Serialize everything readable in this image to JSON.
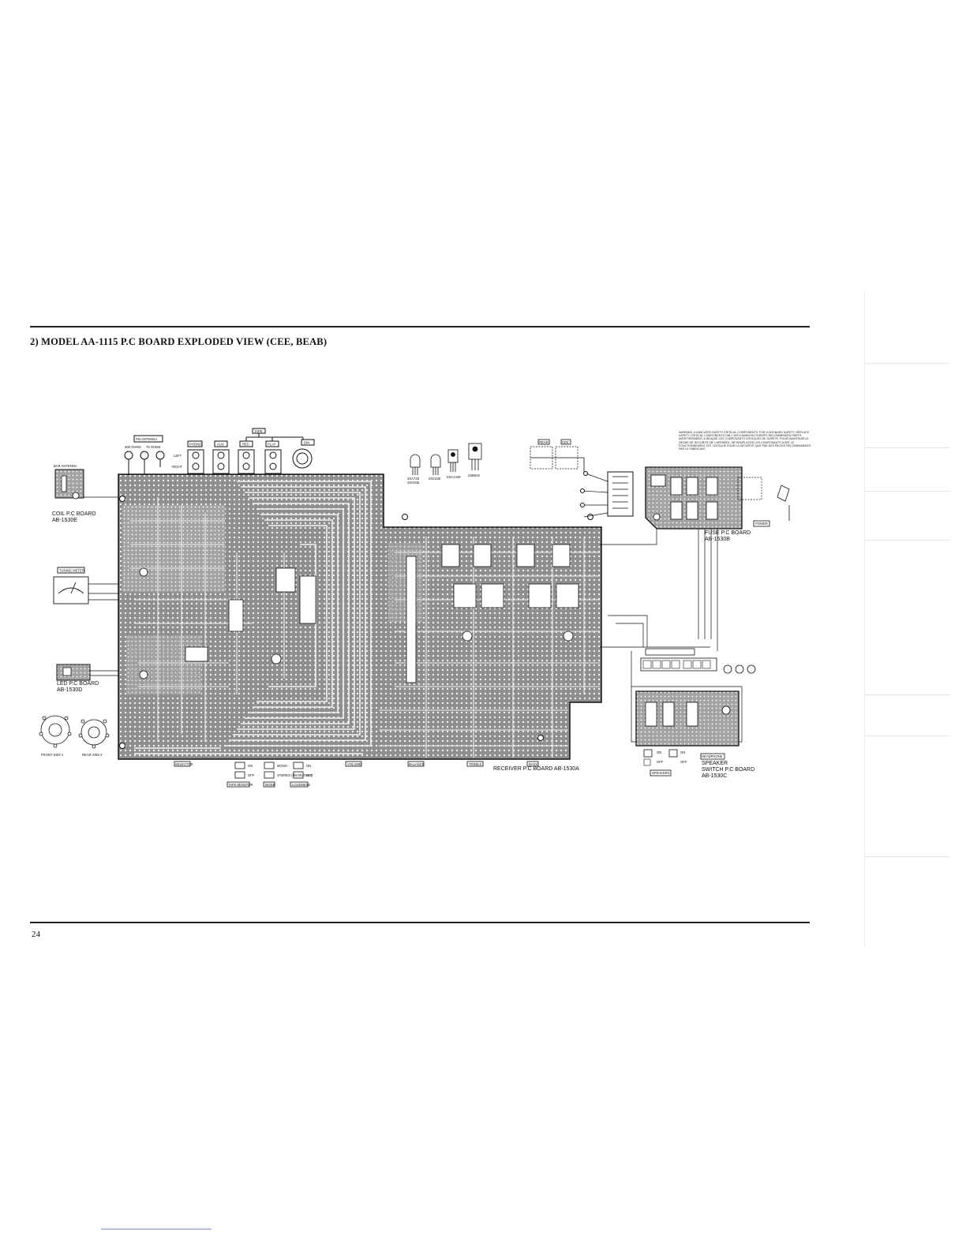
{
  "page": {
    "title": "2) MODEL AA-1115 P.C BOARD EXPLODED VIEW (CEE, BEAB)",
    "page_number": "24"
  },
  "boards": {
    "coil": {
      "line1": "COIL P.C BOARD",
      "line2": "AB-1530E"
    },
    "led": {
      "line1": "LED P.C BOARD",
      "line2": "AB-1530D"
    },
    "receiver": {
      "line1": "RECEIVER P.C BOARD AB-1530A"
    },
    "fuse": {
      "line1": "FUSE P.C BOARD",
      "line2": "AB-1530B"
    },
    "speaker": {
      "line1": "SPEAKER",
      "line2": "SWITCH P.C BOARD",
      "line3": "AB-1530C"
    }
  },
  "top_labels": {
    "fm_antenna": "FM ANTENNA",
    "ohm300": "300 OHMS",
    "ohm75": "75 OHMS",
    "phono": "PHONO",
    "aux": "AUX",
    "rec": "REC",
    "play": "PLAY",
    "tape": "TAPE",
    "din": "DIN",
    "left": "LEFT",
    "right": "RIGHT",
    "bar_antenna": "BAR ANTENNA",
    "tuning_meter": "TUNING METER",
    "rear": "REAR",
    "cee": "CEE"
  },
  "transistors": [
    "2SA733",
    "2SC945",
    "2SC536",
    "2SC1449",
    "2SB632"
  ],
  "front_controls": {
    "selector": "SELECTOR",
    "volume": "VOLUME",
    "balance": "BALANCE",
    "treble": "TREBLE",
    "bass": "BASS",
    "tape_monitor": "TAPE MONITOR",
    "mode": "MODE",
    "loudness": "LOUDNESS",
    "on": "ON",
    "off": "OFF",
    "mono": "MONO",
    "stereo": "STEREO (FM MUTING)",
    "front_sw": "FRONT SW2-1",
    "rear_sw": "REAR SW2-2"
  },
  "right_labels": {
    "power": "POWER",
    "speakers": "SPEAKERS",
    "headphone": "HEADPHONE"
  },
  "warning": "WARNING: A INDICATES SAFETY CRITICAL COMPONENTS. FOR CONTINUED SAFETY, REPLACE SAFETY CRITICAL COMPONENTS ONLY WITH MANUFACTURER'S RECOMMENDED PARTS. AVERTISSEMENT: A INDIQUE LES COMPOSANTS CRITIQUES DE SURETE. POUR MAINTENIR LE DEGRE DE SECURITE DE L'APPAREIL, NE REMPLACER LES COMPOSANTS DONT LE FONCTIONNEMENT EST CRITIQUE POUR LA SECURITE QUE PAR DES PIECES RECOMMANDEES PAR LE FABRICANT.",
  "colors": {
    "ink": "#111111",
    "board_fill": "#9b9b9b",
    "trace": "#f4f4f4"
  }
}
